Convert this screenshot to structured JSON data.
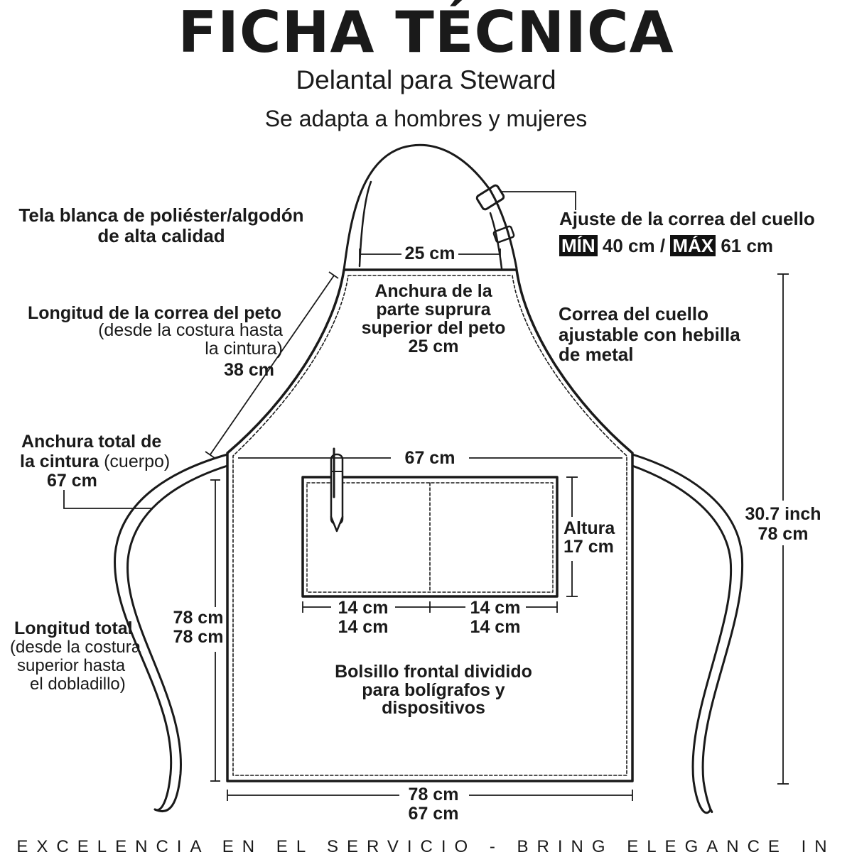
{
  "header": {
    "title": "FICHA TÉCNICA",
    "subtitle": "Delantal para Steward",
    "tagline": "Se adapta a hombres y mujeres"
  },
  "labels": {
    "fabric_line1": "Tela blanca de poliéster/algodón",
    "fabric_line2": "de alta calidad",
    "neck_adjust_title": "Ajuste de la correa del cuello",
    "neck_min_tag": "MÍN",
    "neck_min_value": "40 cm /",
    "neck_max_tag": "MÁX",
    "neck_max_value": "61 cm",
    "top_width_dim": "25 cm",
    "bib_width_line1": "Anchura de la",
    "bib_width_line2": "parte suprura",
    "bib_width_line3": "superior del peto",
    "bib_width_value": "25 cm",
    "bib_strap_line1": "Longitud de la correa del peto",
    "bib_strap_line2": "(desde la costura hasta",
    "bib_strap_line3": "la cintura)",
    "bib_strap_value": "38 cm",
    "neck_strap_line1": "Correa del cuello",
    "neck_strap_line2": "ajustable con hebilla",
    "neck_strap_line3": "de metal",
    "waist_line1": "Anchura total de",
    "waist_line2_bold": "la cintura",
    "waist_line2_normal": "(cuerpo)",
    "waist_value": "67 cm",
    "waist_dim": "67 cm",
    "pocket_height_label": "Altura",
    "pocket_height_value": "17 cm",
    "right_height_inch": "30.7 inch",
    "right_height_cm": "78 cm",
    "left_height_1": "78 cm",
    "left_height_2": "78 cm",
    "pocket_left_1": "14 cm",
    "pocket_left_2": "14 cm",
    "pocket_right_1": "14 cm",
    "pocket_right_2": "14 cm",
    "total_length_line1": "Longitud total",
    "total_length_line2": "(desde la costura",
    "total_length_line3": "superior hasta",
    "total_length_line4": "el dobladillo)",
    "pocket_desc_line1": "Bolsillo frontal dividido",
    "pocket_desc_line2": "para bolígrafos y",
    "pocket_desc_line3": "dispositivos",
    "bottom_dim_1": "78 cm",
    "bottom_dim_2": "67 cm"
  },
  "footer": {
    "slogan": "EXCELENCIA EN EL SERVICIO - BRING ELEGANCE IN"
  }
}
